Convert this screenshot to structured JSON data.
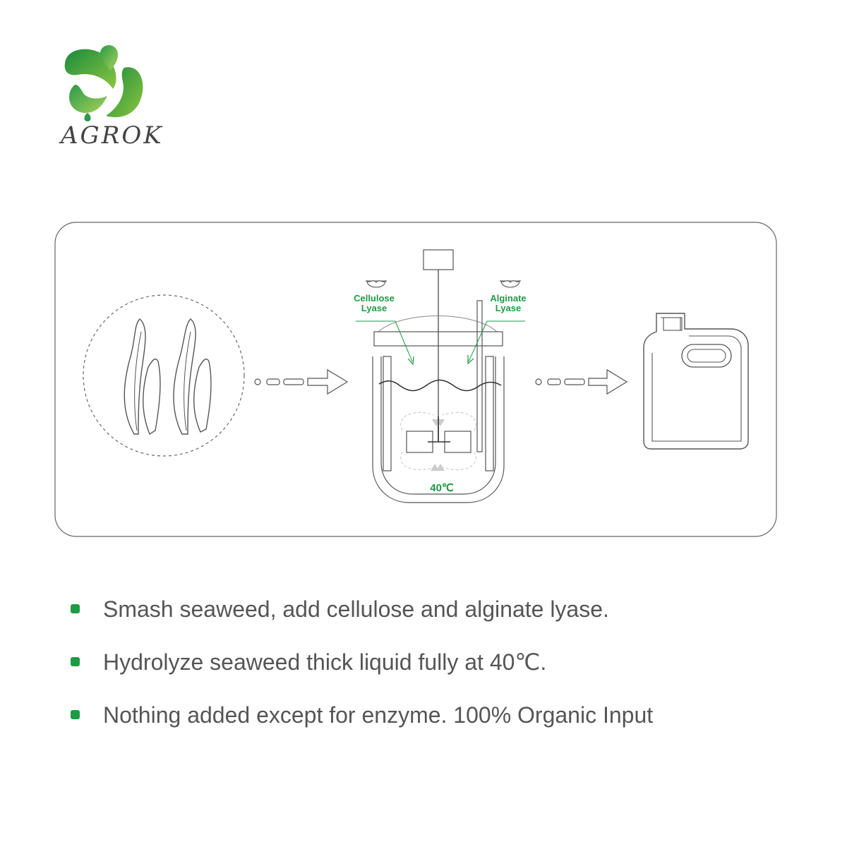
{
  "brand": {
    "name": "AGROK",
    "colors": {
      "green_dark": "#1b8a3e",
      "green_light": "#7cc242",
      "label_green": "#1f9a45",
      "line_gray": "#555555",
      "light_gray": "#d0d0d0"
    }
  },
  "diagram": {
    "left_label": "Cellulose\nLyase",
    "left_label_line1": "Cellulose",
    "left_label_line2": "Lyase",
    "right_label_line1": "Alginate",
    "right_label_line2": "Lyase",
    "temperature": "40℃",
    "input_icon": "seaweed-icon",
    "process_icon": "reactor-tank-icon",
    "output_icon": "jerry-can-icon"
  },
  "bullets": [
    {
      "text": "Smash seaweed, add cellulose and alginate lyase."
    },
    {
      "text": "Hydrolyze seaweed thick liquid fully at 40℃."
    },
    {
      "text": "Nothing added except for enzyme. 100% Organic Input"
    }
  ]
}
